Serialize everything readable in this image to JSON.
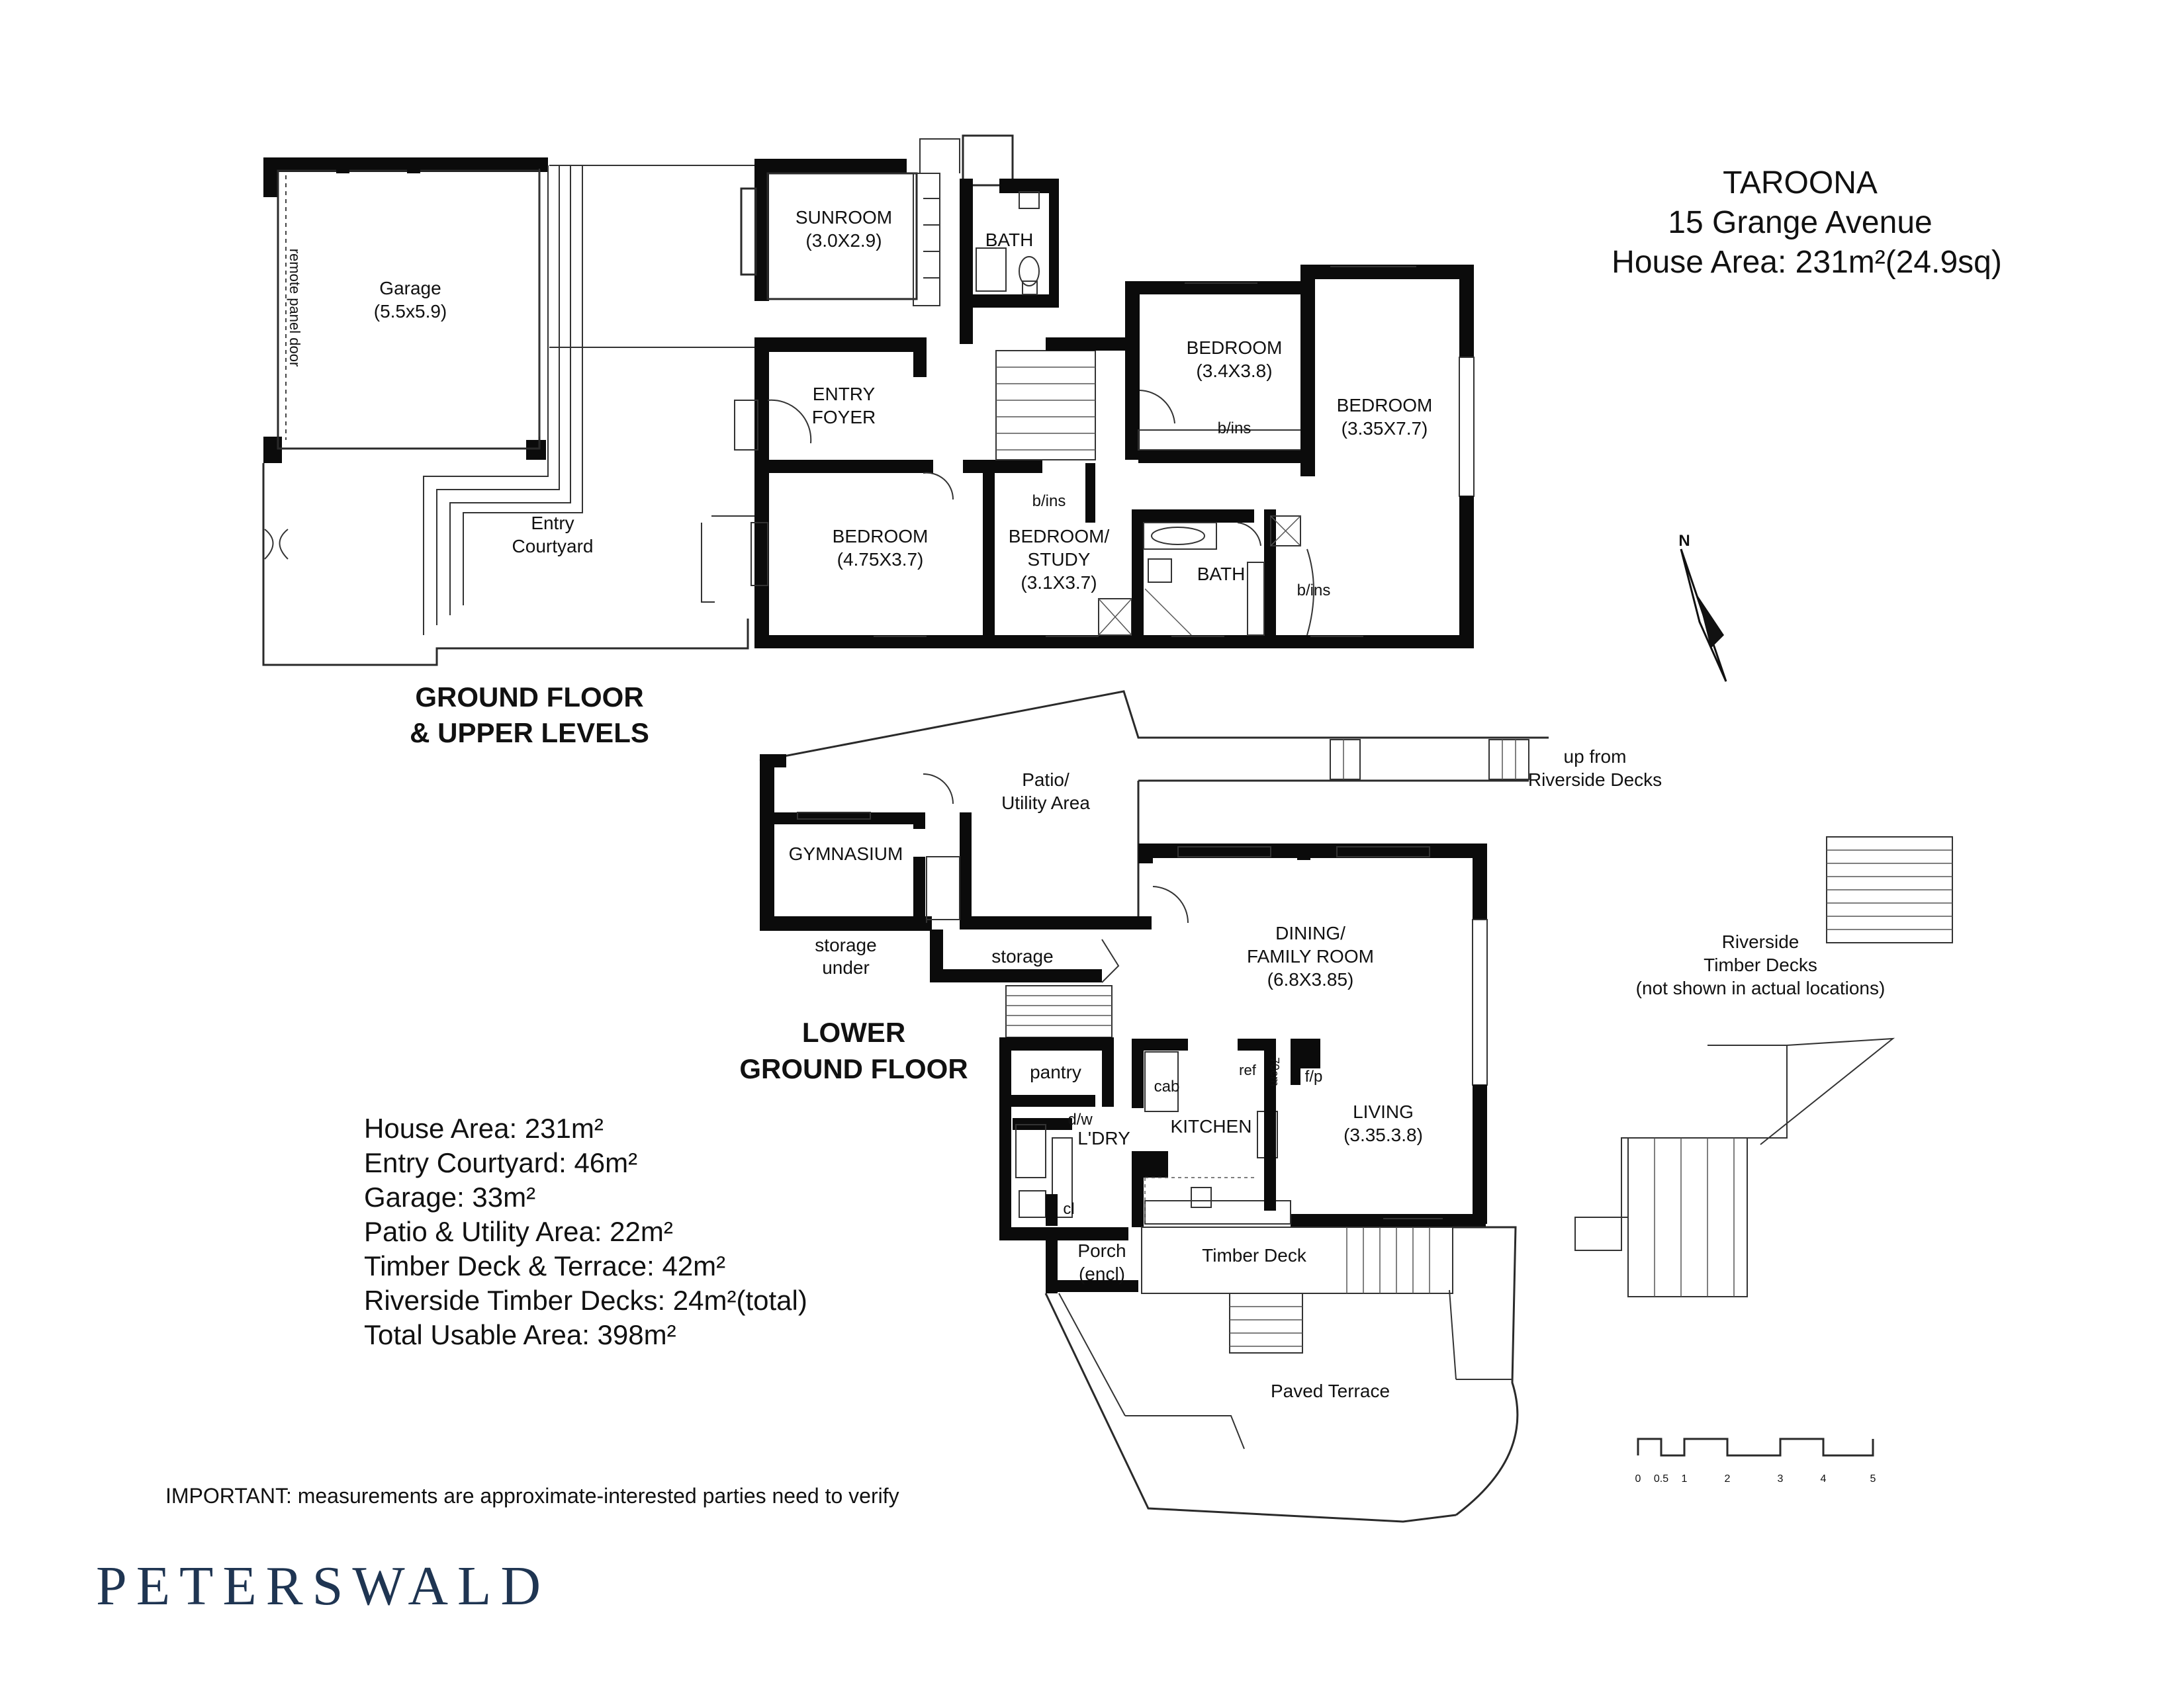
{
  "header": {
    "suburb": "TAROONA",
    "address": "15 Grange Avenue",
    "house_area": "House Area: 231m²(24.9sq)"
  },
  "levels": {
    "ground": [
      "GROUND FLOOR",
      "& UPPER LEVELS"
    ],
    "lower": [
      "LOWER",
      "GROUND FLOOR"
    ]
  },
  "rooms": {
    "garage": [
      "Garage",
      "(5.5x5.9)"
    ],
    "remote_door": "remote panel door",
    "sunroom": [
      "SUNROOM",
      "(3.0X2.9)"
    ],
    "bath_upper": "BATH",
    "entry_foyer": [
      "ENTRY",
      "FOYER"
    ],
    "entry_courtyard": [
      "Entry",
      "Courtyard"
    ],
    "bedroom_1": [
      "BEDROOM",
      "(3.4X3.8)"
    ],
    "bedroom_2": [
      "BEDROOM",
      "(3.35X7.7)"
    ],
    "bedroom_3": [
      "BEDROOM",
      "(4.75X3.7)"
    ],
    "bedroom_study": [
      "BEDROOM/",
      "STUDY",
      "(3.1X3.7)"
    ],
    "bath_main": "BATH",
    "b_ins": "b/ins",
    "patio": [
      "Patio/",
      "Utility Area"
    ],
    "up_from": [
      "up from",
      "Riverside Decks"
    ],
    "gymnasium": "GYMNASIUM",
    "storage_under": [
      "storage",
      "under"
    ],
    "storage": "storage",
    "dining": [
      "DINING/",
      "FAMILY ROOM",
      "(6.8X3.85)"
    ],
    "pantry": "pantry",
    "ref": "ref",
    "cab": "cab",
    "70cm": "70cm",
    "fp": "f/p",
    "kitchen": "KITCHEN",
    "dw": "d/w",
    "ldry": "L'DRY",
    "cl": "cl",
    "living": [
      "LIVING",
      "(3.35.3.8)"
    ],
    "porch": [
      "Porch",
      "(encl)"
    ],
    "timber_deck": "Timber Deck",
    "paved_terrace": "Paved Terrace",
    "riverside": [
      "Riverside",
      "Timber Decks",
      "(not shown in actual locations)"
    ]
  },
  "areas": [
    "House Area: 231m²",
    "Entry Courtyard: 46m²",
    "Garage: 33m²",
    "Patio & Utility Area: 22m²",
    "Timber Deck & Terrace: 42m²",
    "Riverside Timber Decks: 24m²(total)",
    "Total Usable Area: 398m²"
  ],
  "compass": "N",
  "scale_bar": [
    "0",
    "0.5",
    "1",
    "2",
    "3",
    "4",
    "5"
  ],
  "disclaimer": "IMPORTANT: measurements are approximate-interested parties need to verify",
  "brand": "PETERSWALD",
  "colors": {
    "walls": "#0b0b0b",
    "brand": "#1f3552",
    "text": "#111111"
  }
}
